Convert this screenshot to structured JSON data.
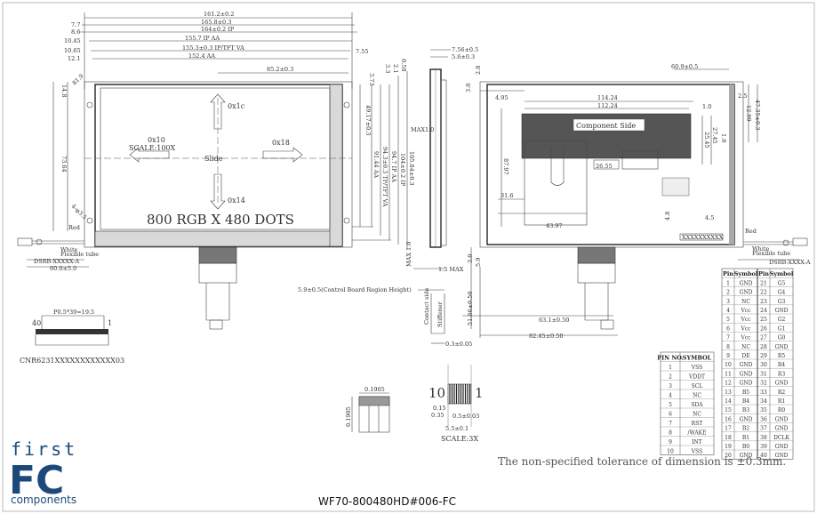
{
  "front_view": {
    "dims_top": [
      "161.2±0.2",
      "165.8±0.3",
      "164±0.2 IP",
      "155.7 IP AA",
      "155.3±0.3 IP/TFT VA",
      "152.4 AA",
      "85.2±0.3"
    ],
    "dims_left": [
      "7.7",
      "8.6",
      "10.45",
      "10.65",
      "12.1"
    ],
    "dims_left_vert": [
      "14.8",
      "73.64",
      "81.9",
      "4-φ3.5"
    ],
    "dims_right": [
      "7.55",
      "3.73",
      "3.3",
      "2.1",
      "0.58"
    ],
    "dims_right_vert": [
      "49.17±0.3",
      "91.44 AA",
      "94.3±0.3 TP/TFT VA",
      "94.7 IP AA",
      "104±0.2 IP",
      "105.84±0.3"
    ],
    "annotations": [
      "0x1c",
      "0x10",
      "0x18",
      "0x14",
      "SCALE:100X",
      "Slide"
    ],
    "resolution": "800 RGB X 480 DOTS",
    "red_label": "Red",
    "white_label": "White",
    "flexible_tube": "Flexible tube",
    "connector_left": "60.0±5.0",
    "cable_code": "DSRB-XXXXX-A"
  },
  "side_view": {
    "dims": [
      "7.56±0.5",
      "5.6±0.3",
      "MAX1.0",
      "MAX 1.0",
      "1.5 MAX",
      "5.9±0.5(Control Board Region Height)",
      "Contact side",
      "Stiffener",
      "0.3±0.05"
    ]
  },
  "back_view": {
    "dims": [
      "3.0",
      "2.8",
      "60.9±0.5",
      "4.95",
      "2.5",
      "114.24",
      "112.24",
      "1.0",
      "12.99",
      "47.35±0.3",
      "25.45",
      "27.45",
      "1.0",
      "87.97",
      "31.6",
      "43.97",
      "26.55",
      "4.5",
      "4.8",
      "3.0",
      "5.9",
      "51.66±0.50",
      "63.1±0.50",
      "82.45±0.50"
    ],
    "component_side": "Component Side",
    "chip_label": "XXXXXXXXXX",
    "red_label": "Red",
    "white_label": "White",
    "flexible_tube": "Flexible tube",
    "cable_code": "DSRB-XXXX-A"
  },
  "connector": {
    "pitch": "P0.5*39=19.5",
    "pin_first": "40",
    "pin_last": "1",
    "part_no": "CNR6231XXXXXXXXXXXX03"
  },
  "fpc_detail": {
    "dims": [
      "0.1905",
      "0.1905"
    ]
  },
  "scale_detail": {
    "pin_first": "10",
    "pin_last": "1",
    "dims": [
      "0.15",
      "0.35",
      "0.5±0.03",
      "5.5±0.1"
    ],
    "scale": "SCALE:3X"
  },
  "pin_table_small": {
    "headers": [
      "PIN NO.",
      "SYMBOL"
    ],
    "rows": [
      [
        "1",
        "VSS"
      ],
      [
        "2",
        "VDDT"
      ],
      [
        "3",
        "SCL"
      ],
      [
        "4",
        "NC"
      ],
      [
        "5",
        "SDA"
      ],
      [
        "6",
        "NC"
      ],
      [
        "7",
        "RST"
      ],
      [
        "8",
        "/WAKE"
      ],
      [
        "9",
        "INT"
      ],
      [
        "10",
        "VSS"
      ]
    ]
  },
  "pin_table_large": {
    "headers": [
      "Pin",
      "Symbol",
      "Pin",
      "Symbol"
    ],
    "rows": [
      [
        "1",
        "GND",
        "21",
        "G5"
      ],
      [
        "2",
        "GND",
        "22",
        "G4"
      ],
      [
        "3",
        "NC",
        "23",
        "G3"
      ],
      [
        "4",
        "Vcc",
        "24",
        "GND"
      ],
      [
        "5",
        "Vcc",
        "25",
        "G2"
      ],
      [
        "6",
        "Vcc",
        "26",
        "G1"
      ],
      [
        "7",
        "Vcc",
        "27",
        "G0"
      ],
      [
        "8",
        "NC",
        "28",
        "GND"
      ],
      [
        "9",
        "DE",
        "29",
        "R5"
      ],
      [
        "10",
        "GND",
        "30",
        "R4"
      ],
      [
        "11",
        "GND",
        "31",
        "R3"
      ],
      [
        "12",
        "GND",
        "32",
        "GND"
      ],
      [
        "13",
        "B5",
        "33",
        "R2"
      ],
      [
        "14",
        "B4",
        "34",
        "R1"
      ],
      [
        "15",
        "B3",
        "35",
        "R0"
      ],
      [
        "16",
        "GND",
        "36",
        "GND"
      ],
      [
        "17",
        "B2",
        "37",
        "GND"
      ],
      [
        "18",
        "B1",
        "38",
        "DCLK"
      ],
      [
        "19",
        "B0",
        "39",
        "GND"
      ],
      [
        "20",
        "GND",
        "40",
        "GND"
      ]
    ]
  },
  "tolerance_note": "The non-specified tolerance of dimension is ±0.3mm.",
  "logo": {
    "line1": "first",
    "line2": "FC",
    "line3": "components",
    "color": "#1b4a7a"
  },
  "part_number": "WF70-800480HD#006-FC"
}
